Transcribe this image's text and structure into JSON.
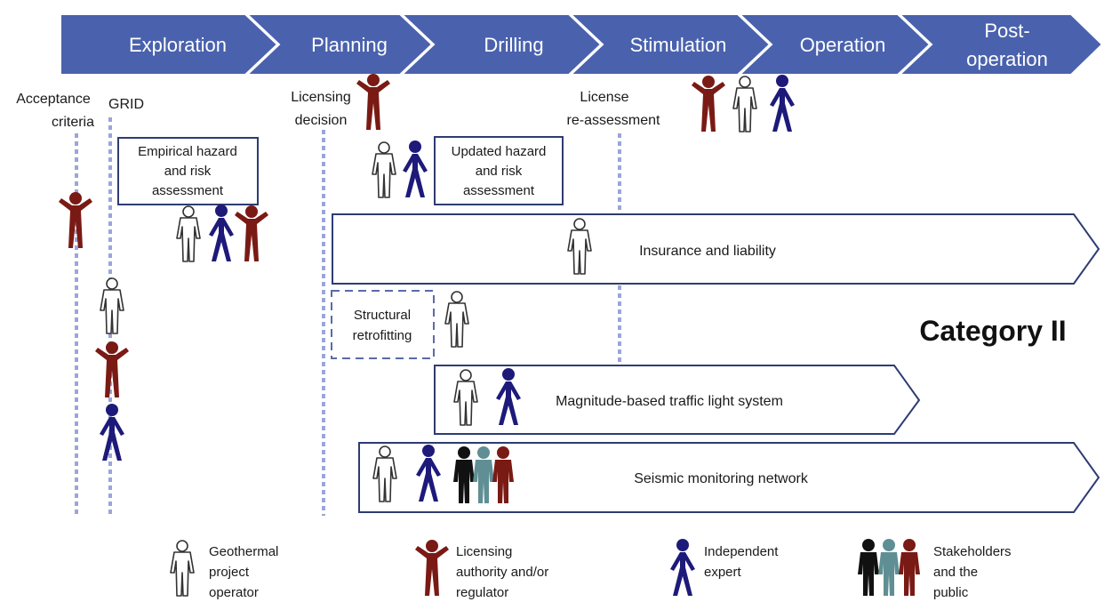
{
  "colors": {
    "phase_bar": "#4a62ad",
    "box_border": "#2e3c73",
    "operator": "#ffffff",
    "regulator": "#7a1a14",
    "expert": "#1d1a7a",
    "stakeholder_black": "#111111",
    "stakeholder_teal": "#5f8f94",
    "stakeholder_red": "#7a1a14"
  },
  "phases": [
    "Exploration",
    "Planning",
    "Drilling",
    "Stimulation",
    "Operation",
    [
      "Post-",
      "operation"
    ]
  ],
  "milestones": {
    "acceptance": [
      "Acceptance",
      "criteria"
    ],
    "grid": "GRID",
    "licensing": [
      "Licensing",
      "decision"
    ],
    "reassessment": [
      "License",
      "re-assessment"
    ]
  },
  "measures": {
    "empirical": [
      "Empirical hazard",
      "and risk",
      "assessment"
    ],
    "updated": [
      "Updated hazard",
      "and risk",
      "assessment"
    ],
    "insurance": "Insurance and liability",
    "retrofitting": [
      "Structural",
      "retrofitting"
    ],
    "traffic_light": "Magnitude-based traffic light system",
    "seismic": "Seismic monitoring network"
  },
  "category": "Category II",
  "legend": {
    "operator": [
      "Geothermal",
      "project",
      "operator"
    ],
    "regulator": [
      "Licensing",
      "authority and/or",
      "regulator"
    ],
    "expert": [
      "Independent",
      "expert"
    ],
    "stakeholders": [
      "Stakeholders",
      "and the",
      "public"
    ]
  }
}
